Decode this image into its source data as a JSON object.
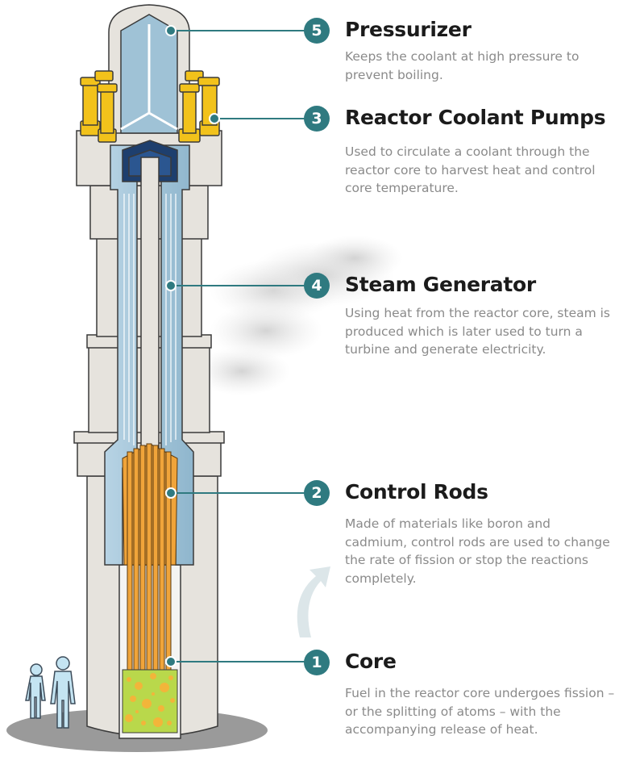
{
  "components": [
    {
      "number": "5",
      "title": "Pressurizer",
      "description": "Keeps the coolant at high pressure to prevent boiling."
    },
    {
      "number": "3",
      "title": "Reactor Coolant Pumps",
      "description": "Used to circulate a coolant through the reactor core to harvest heat and control core temperature."
    },
    {
      "number": "4",
      "title": "Steam Generator",
      "description": "Using heat from the reactor core, steam is produced which is later used to turn a turbine and generate electricity."
    },
    {
      "number": "2",
      "title": "Control Rods",
      "description": "Made of materials like boron and cadmium, control rods are used to change the rate of fission or stop the reactions completely."
    },
    {
      "number": "1",
      "title": "Core",
      "description": "Fuel in the reactor core undergoes fission – or the splitting of atoms – with the accompanying release of heat."
    }
  ],
  "colors": {
    "accent": "#2f7a80",
    "shell": "#e6e3dd",
    "coolant": "#9fc2d6",
    "rod": "#f0a43a",
    "pump": "#f2c21b",
    "fuel": "#b9d84b",
    "vessel_top": "#1e3f6e"
  },
  "icons": [
    "steam-cloud",
    "up-arrow-icon",
    "people-silhouette-icon"
  ]
}
